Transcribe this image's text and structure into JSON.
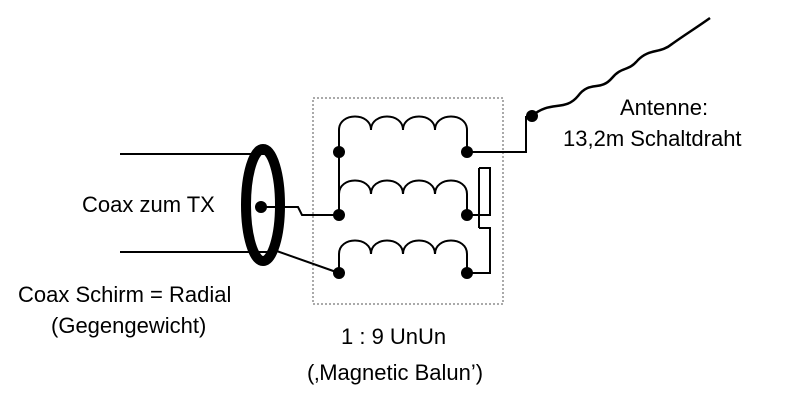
{
  "labels": {
    "antenna_title": "Antenne:",
    "antenna_wire": "13,2m Schaltdraht",
    "coax_tx": "Coax zum TX",
    "coax_shield": "Coax Schirm = Radial",
    "counterweight": "(Gegengewicht)",
    "ratio": "1 : 9 UnUn",
    "magnetic_balun": "(‚Magnetic Balun’)"
  },
  "colors": {
    "line": "#000000",
    "box_border": "#555555",
    "background": "#ffffff"
  }
}
